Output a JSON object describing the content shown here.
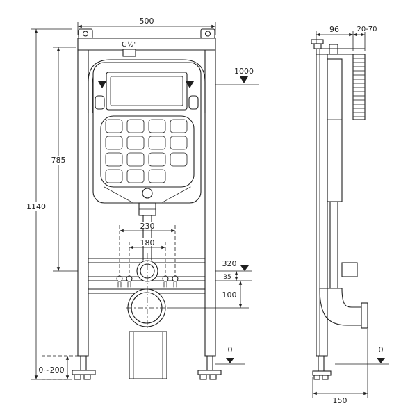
{
  "colors": {
    "background": "#ffffff",
    "line": "#1f1f1f"
  },
  "front_view": {
    "dims": {
      "overall_width": "500",
      "inlet_thread": "G½\"",
      "flush_plate_level": "1000",
      "upper_fixing_height": "785",
      "overall_height": "1140",
      "fixing_spacing_outer": "230",
      "fixing_spacing_inner": "180",
      "outlet_level": "320",
      "bracket_offset": "35",
      "drain_offset": "100",
      "floor_level": "0",
      "feet_adjustment": "0~200"
    }
  },
  "side_view": {
    "dims": {
      "frame_depth": "96",
      "wall_bracket_range": "20-70",
      "floor_level": "0",
      "base_depth": "150"
    }
  }
}
